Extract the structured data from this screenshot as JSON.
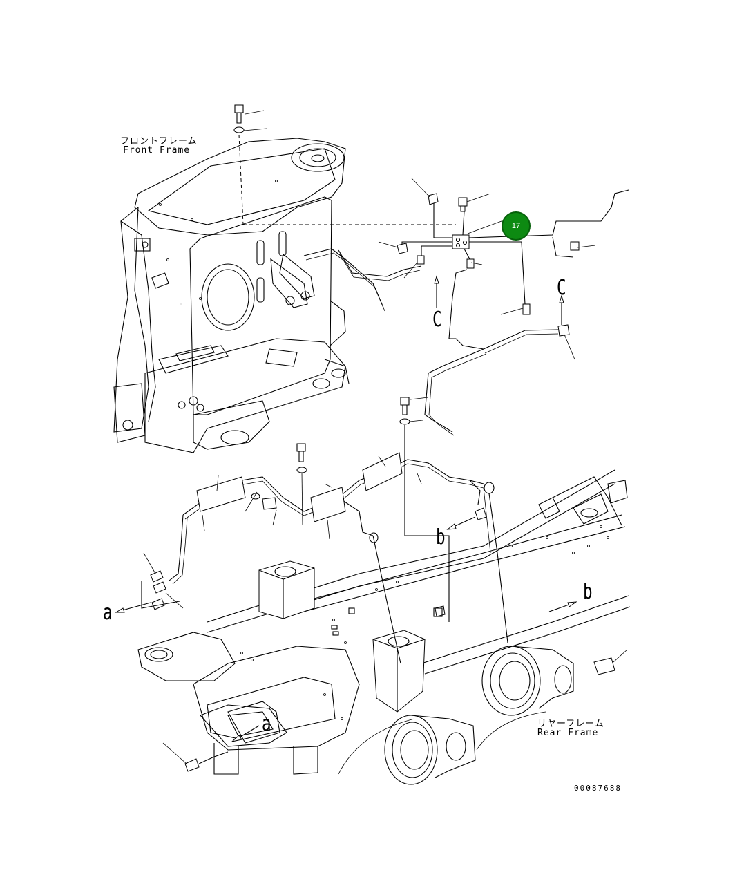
{
  "labels": {
    "front_frame_jp": "フロントフレーム",
    "front_frame_en": "Front Frame",
    "rear_frame_jp": "リヤーフレーム",
    "rear_frame_en": "Rear Frame",
    "drawing_number": "00087688"
  },
  "callouts": {
    "part_17": "17"
  },
  "reference_letters": {
    "c_upper": "C",
    "c_right": "C",
    "b_mid": "b",
    "b_right": "b",
    "a_left": "a",
    "a_lower": "a"
  },
  "colors": {
    "callout_fill": "#0d8a12",
    "line_art": "#000000",
    "background": "#ffffff"
  }
}
